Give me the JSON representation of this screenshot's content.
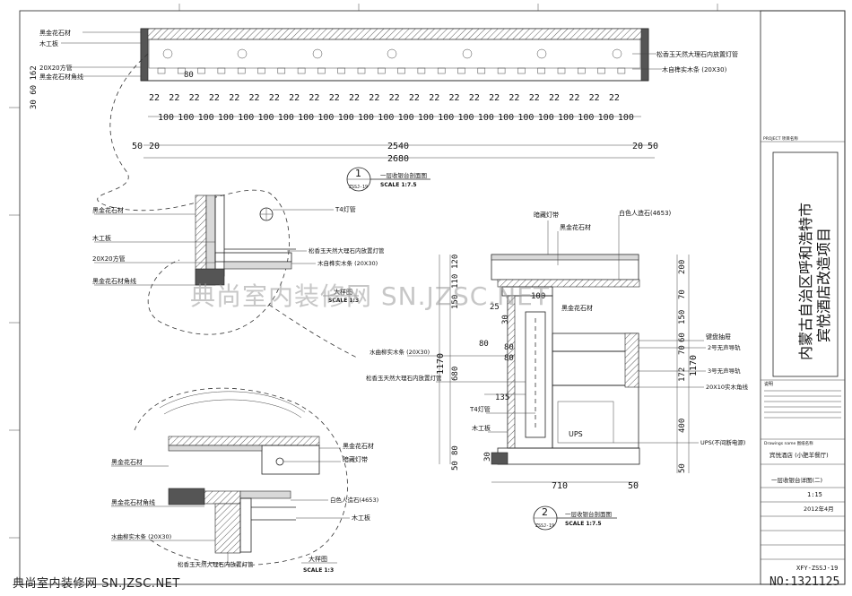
{
  "title_block": {
    "project_title_line1": "内蒙古自治区呼和浩特市",
    "project_title_line2": "宾悦酒店改造项目",
    "project_label": "PROJECT 项目名称",
    "notes_label": "说明",
    "client_label": "Drawings name 图纸名称",
    "client_value": "宾悦酒店 (小肥羊餐厅)",
    "drawing_name": "一层收银台详图(二)",
    "scale_value": "1:15",
    "date_value": "2012年4月",
    "drawing_no": "XFY-ZSSJ-19",
    "footer_no": "NO:1321125"
  },
  "watermark": {
    "center_text": "典尚室内装修网 SN.JZSC.NET",
    "footer_text": "典尚室内装修网 SN.JZSC.NET"
  },
  "top_section": {
    "left_labels": [
      "黑金花石材",
      "木工板",
      "20X20方管",
      "黑金花石材角线"
    ],
    "right_labels": [
      "松香玉天然大理石内放置灯管",
      "木自榫实木条 (20X30)"
    ],
    "left_dims": "30 60 162",
    "spacing_22": [
      "22",
      "22",
      "22",
      "22",
      "22",
      "22",
      "22",
      "22",
      "22",
      "22",
      "22",
      "22",
      "22",
      "22",
      "22",
      "22",
      "22",
      "22",
      "22",
      "22",
      "22",
      "22",
      "22",
      "22"
    ],
    "spacing_100": [
      "100",
      "100",
      "100",
      "100",
      "100",
      "100",
      "100",
      "100",
      "100",
      "100",
      "100",
      "100",
      "100",
      "100",
      "100",
      "100",
      "100",
      "100",
      "100",
      "100",
      "100",
      "100",
      "100",
      "100"
    ],
    "dim_inner": "2540",
    "dim_outer": "2680",
    "dim_left_a": "50",
    "dim_left_b": "20",
    "dim_right_a": "20",
    "dim_right_b": "50",
    "dim_80": "80"
  },
  "section_tag_1": {
    "number": "1",
    "sheet": "ZSSJ-19",
    "caption": "一层收银台剖面图",
    "scale": "SCALE 1:7.5"
  },
  "section_tag_2": {
    "number": "2",
    "sheet": "ZSSJ-19",
    "caption": "一层收银台剖面图",
    "scale": "SCALE 1:7.5"
  },
  "detail_a": {
    "labels_left": [
      "黑金花石材",
      "木工板",
      "20X20方管",
      "黑金花石材角线"
    ],
    "labels_right": [
      "T4灯管",
      "松香玉天然大理石内放置灯管",
      "木自榫实木条 (20X30)"
    ],
    "title": "大样图",
    "scale": "SCALE 1:3"
  },
  "detail_b": {
    "labels_left": [
      "黑金花石材",
      "黑金花石材角线",
      "水曲柳实木条 (20X30)"
    ],
    "labels_right": [
      "黑金花石材",
      "暗藏灯带",
      "白色人造石(4653)",
      "木工板"
    ],
    "label_bottom": "松香玉天然大理石内放置灯管",
    "title": "大样图",
    "scale": "SCALE 1:3"
  },
  "section_2": {
    "labels_top": [
      "暗藏灯带",
      "白色人造石(4653)",
      "黑金花石材"
    ],
    "labels_left": [
      "水曲柳实木条 (20X30)",
      "松香玉天然大理石内放置灯管",
      "T4灯管",
      "木工板"
    ],
    "labels_right": [
      "键盘抽屉",
      "2号无声导轨",
      "3号无声导轨",
      "20X10实木角线",
      "UPS(不间断电源)"
    ],
    "inner_label_ups": "UPS",
    "inner_label_faded": "黑金花石材",
    "dims_left": [
      "120",
      "110",
      "150",
      "680",
      "80",
      "50"
    ],
    "dim_left_total": "1170",
    "dims_right": [
      "200",
      "70",
      "150",
      "60",
      "70",
      "172",
      "400",
      "50"
    ],
    "dim_right_total": "1170",
    "dims_inner": [
      "25",
      "100",
      "30",
      "80",
      "80",
      "80",
      "135",
      "30"
    ],
    "dim_bottom": "710",
    "dim_bottom_b": "50"
  }
}
